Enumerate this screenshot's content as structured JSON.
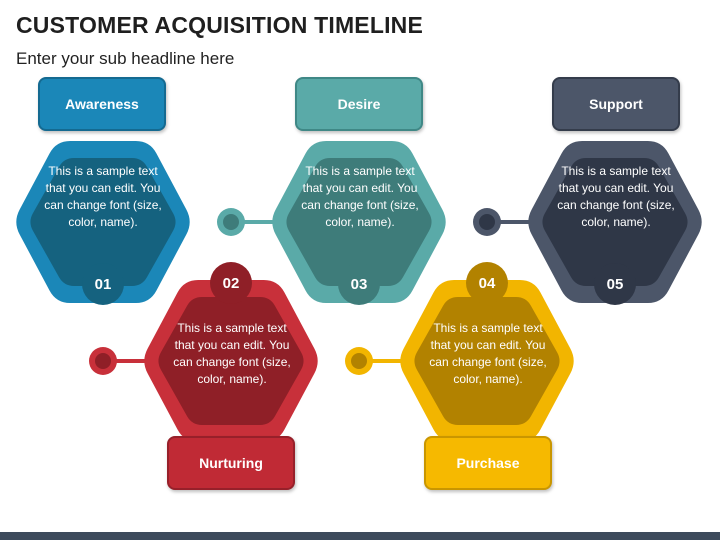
{
  "title": "CUSTOMER ACQUISITION TIMELINE",
  "subtitle": "Enter your sub headline here",
  "steps": [
    {
      "number": "01",
      "label": "Awareness",
      "text": "This is a sample text that you can edit. You can change font (size, color, name).",
      "color": "#1b87b8",
      "dark": "#15627f",
      "box_fill": "#1b87b8",
      "box_border": "#146a91"
    },
    {
      "number": "02",
      "label": "Nurturing",
      "text": "This is a sample text that you can edit. You can change font (size, color, name).",
      "color": "#c8303a",
      "dark": "#8f1f27",
      "box_fill": "#c02a35",
      "box_border": "#97202a"
    },
    {
      "number": "03",
      "label": "Desire",
      "text": "This is a sample text that you can edit. You can change font (size, color, name).",
      "color": "#5aaaa8",
      "dark": "#3e7c7a",
      "box_fill": "#5aaaa8",
      "box_border": "#3f8886"
    },
    {
      "number": "04",
      "label": "Purchase",
      "text": "This is a sample text that you can edit. You can change font (size, color, name).",
      "color": "#f2b500",
      "dark": "#b28200",
      "box_fill": "#f6b900",
      "box_border": "#c99600"
    },
    {
      "number": "05",
      "label": "Support",
      "text": "This is a sample text that you can edit. You can change font (size, color, name).",
      "color": "#4c5669",
      "dark": "#2f3747",
      "box_fill": "#4c5669",
      "box_border": "#343c4b"
    }
  ]
}
